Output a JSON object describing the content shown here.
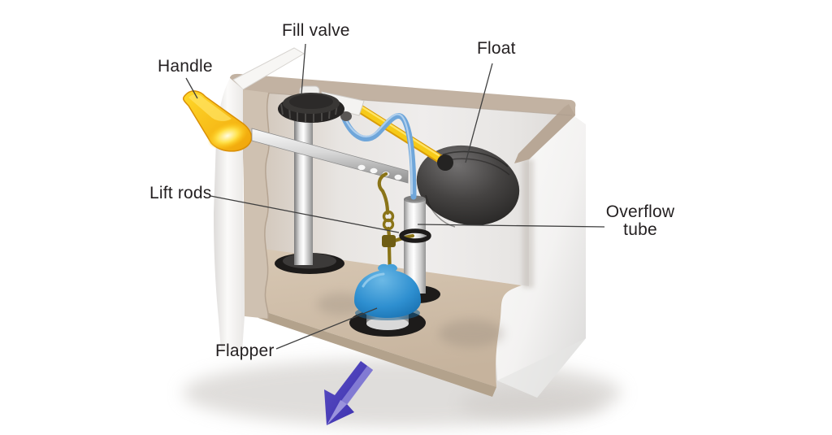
{
  "diagram": {
    "labels": {
      "fill_valve": "Fill valve",
      "float": "Float",
      "handle": "Handle",
      "lift_rods": "Lift rods",
      "overflow_tube": "Overflow tube",
      "flapper": "Flapper"
    },
    "colors": {
      "tank_rim": "#c2b2a2",
      "tank_wall": "#f2f1f0",
      "tank_back_wall": "#e7e4e1",
      "tank_floor": "#cbb9a4",
      "float_ball": "#3a3837",
      "fill_valve_cap": "#262423",
      "handle": "#ffc913",
      "float_arm": "#f5c41a",
      "refill_tube": "#6fa6da",
      "lift_rod": "#8a7418",
      "flapper": "#2e8fd0",
      "flush_arrow": "#4234b4",
      "label_text": "#231f20",
      "leader_line": "#3f3f3f"
    }
  }
}
